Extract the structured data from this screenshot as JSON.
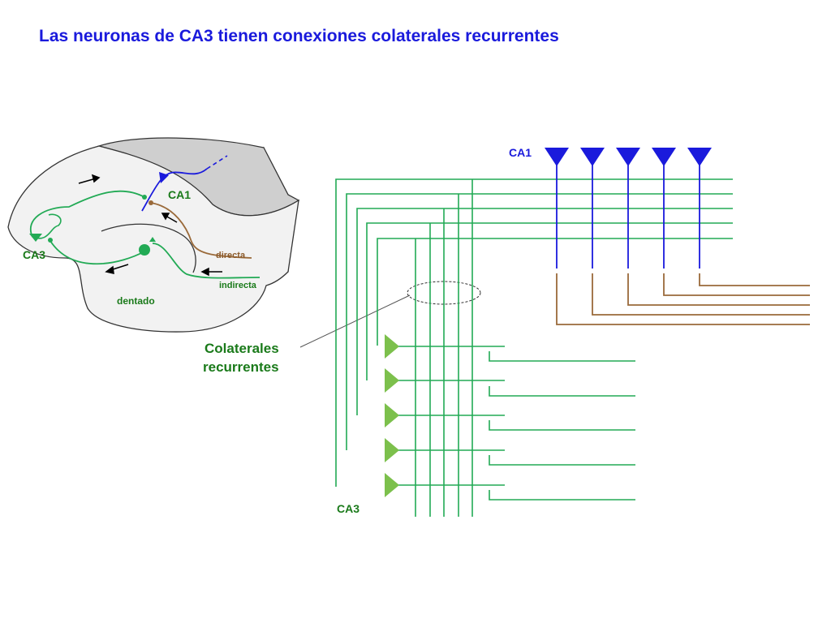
{
  "title": "Las neuronas de CA3 tienen conexiones colaterales recurrentes",
  "hippocampus": {
    "ca1_label": "CA1",
    "ca3_label": "CA3",
    "dentate_label": "dentado",
    "direct_label": "directa",
    "indirect_label": "indirecta"
  },
  "collaterals_label_line1": "Colaterales",
  "collaterals_label_line2": "recurrentes",
  "circuit": {
    "ca1_label": "CA1",
    "ca3_label": "CA3",
    "ca1_neuron_count": 5,
    "ca3_neuron_count": 5
  },
  "colors": {
    "title": "#1a1adc",
    "ca1": "#1a1adc",
    "ca3": "#22aa55",
    "ca3_soma": "#7cc04c",
    "direct_path": "#9a6a3a",
    "label_green": "#1a7a1a",
    "label_brown": "#8b5a2b"
  }
}
